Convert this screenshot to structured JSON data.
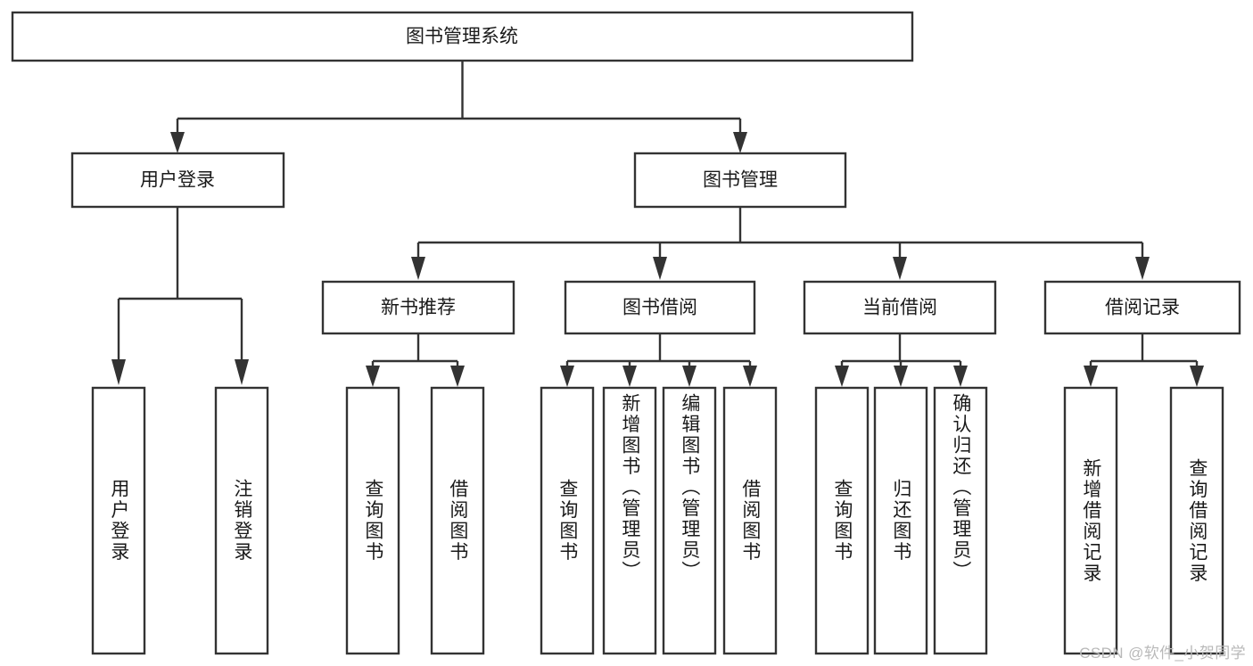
{
  "diagram": {
    "type": "hierarchy-tree",
    "title": "图书管理系统",
    "watermark": "CSDN @软件_小贺同学",
    "colors": {
      "stroke": "#333333",
      "fill": "#ffffff",
      "text": "#1a1a1a",
      "watermark": "#b9b9b9"
    },
    "root": {
      "label": "图书管理系统"
    },
    "level2": [
      {
        "label": "用户登录"
      },
      {
        "label": "图书管理"
      }
    ],
    "level3": [
      {
        "label": "新书推荐"
      },
      {
        "label": "图书借阅"
      },
      {
        "label": "当前借阅"
      },
      {
        "label": "借阅记录"
      }
    ],
    "leaves": {
      "user_login": [
        {
          "label": "用户登录"
        },
        {
          "label": "注销登录"
        }
      ],
      "new_book_recommend": [
        {
          "label": "查询图书"
        },
        {
          "label": "借阅图书"
        }
      ],
      "book_borrow": [
        {
          "label": "查询图书"
        },
        {
          "label": "新增图书（管理员）"
        },
        {
          "label": "编辑图书（管理员）"
        },
        {
          "label": "借阅图书"
        }
      ],
      "current_borrow": [
        {
          "label": "查询图书"
        },
        {
          "label": "归还图书"
        },
        {
          "label": "确认归还（管理员）"
        }
      ],
      "borrow_record": [
        {
          "label": "新增借阅记录"
        },
        {
          "label": "查询借阅记录"
        }
      ]
    }
  }
}
